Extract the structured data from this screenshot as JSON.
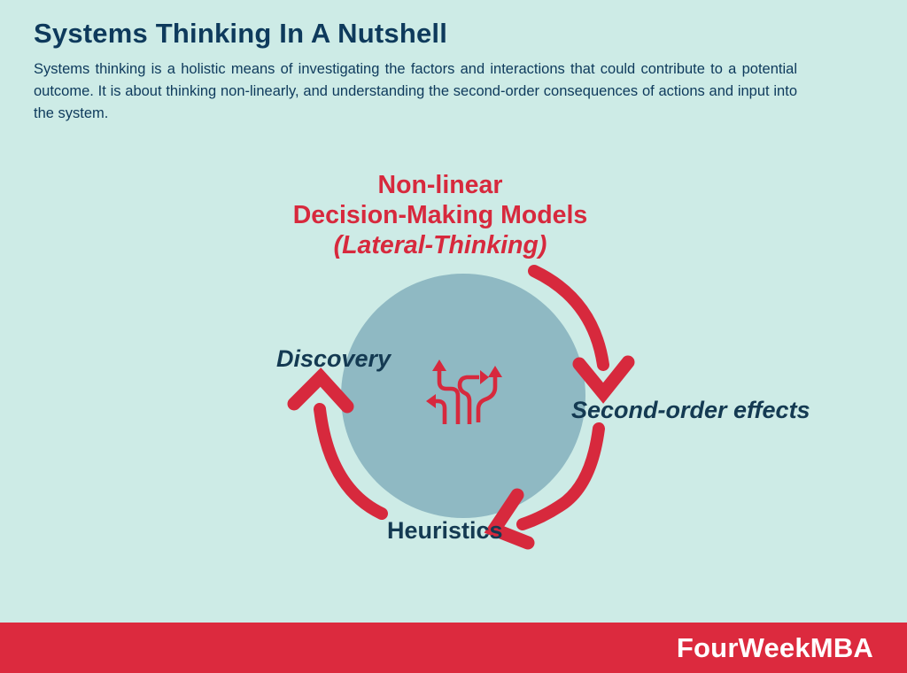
{
  "colors": {
    "background": "#cdebe6",
    "circle": "#8fb9c3",
    "red": "#d7293d",
    "bar_red": "#dc2a3e",
    "navy": "#0e3a5c",
    "label_navy": "#143a52",
    "brand_white": "#ffffff"
  },
  "header": {
    "title": "Systems Thinking In A Nutshell",
    "description": "Systems thinking is a holistic means of investigating the factors and interactions that could contribute to a potential outcome. It is about thinking non-linearly, and understanding the second-order consequences of actions and input into the system."
  },
  "diagram": {
    "heading": {
      "line1": "Non-linear",
      "line2": "Decision-Making Models",
      "line3": "(Lateral-Thinking)"
    },
    "center_icon": "branching-arrows-icon",
    "labels": {
      "left": "Discovery",
      "right": "Second-order effects",
      "bottom": "Heuristics"
    },
    "cycle": [
      "Discovery",
      "Second-order effects",
      "Heuristics"
    ]
  },
  "footer": {
    "brand": "FourWeekMBA"
  }
}
